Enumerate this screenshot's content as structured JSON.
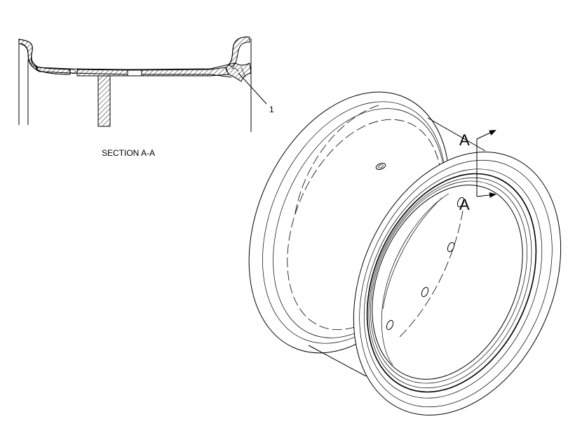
{
  "section_view": {
    "title": "SECTION A-A",
    "callout_number": "1"
  },
  "section_marks": {
    "top_letter": "A",
    "bottom_letter": "A"
  }
}
